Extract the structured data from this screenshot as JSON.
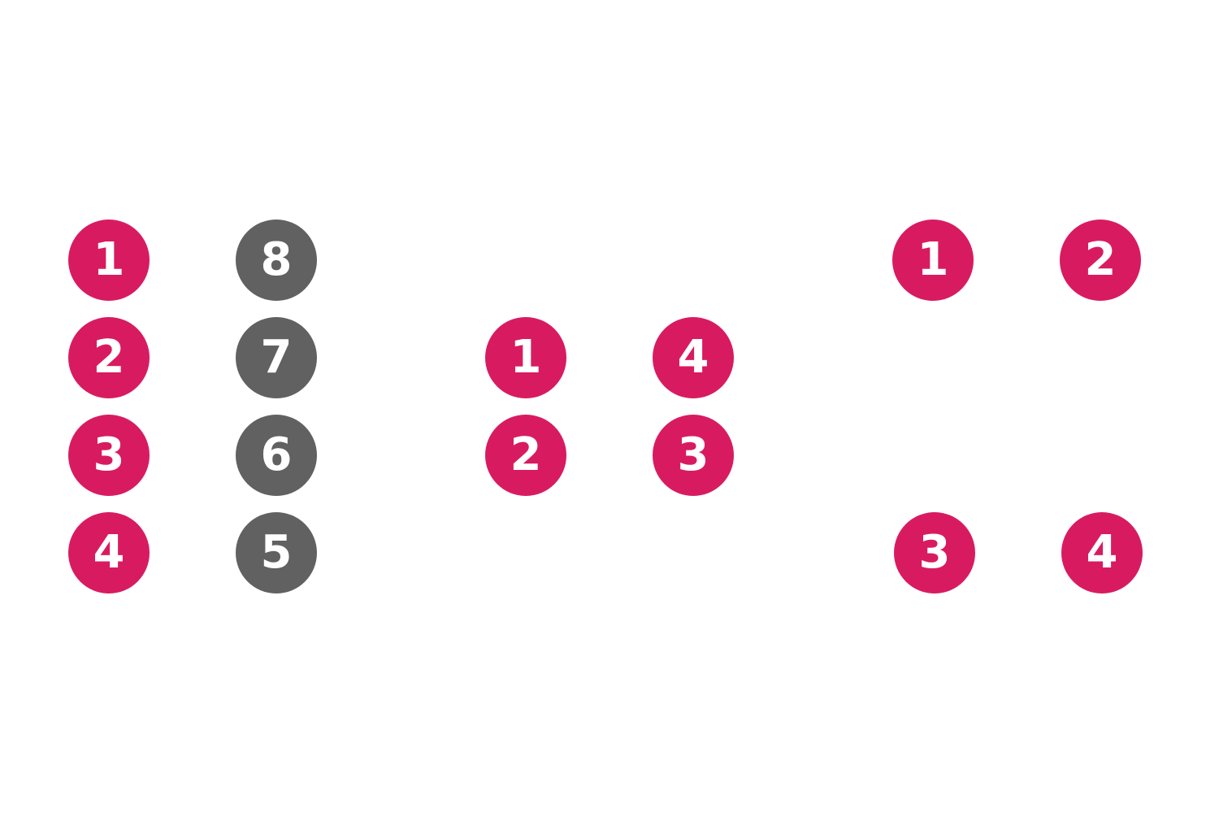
{
  "colors": {
    "active": "#d81b60",
    "inactive": "#616161",
    "background": "#ffffff"
  },
  "groups": {
    "left": {
      "pins": [
        {
          "label": "1",
          "state": "active"
        },
        {
          "label": "8",
          "state": "inactive"
        },
        {
          "label": "2",
          "state": "active"
        },
        {
          "label": "7",
          "state": "inactive"
        },
        {
          "label": "3",
          "state": "active"
        },
        {
          "label": "6",
          "state": "inactive"
        },
        {
          "label": "4",
          "state": "active"
        },
        {
          "label": "5",
          "state": "inactive"
        }
      ]
    },
    "middle": {
      "pins": [
        {
          "label": "1",
          "state": "active"
        },
        {
          "label": "4",
          "state": "active"
        },
        {
          "label": "2",
          "state": "active"
        },
        {
          "label": "3",
          "state": "active"
        }
      ]
    },
    "right": {
      "pins": [
        {
          "label": "1",
          "state": "active"
        },
        {
          "label": "2",
          "state": "active"
        },
        {
          "label": "3",
          "state": "active"
        },
        {
          "label": "4",
          "state": "active"
        }
      ]
    }
  }
}
